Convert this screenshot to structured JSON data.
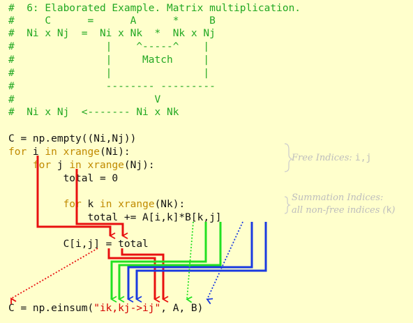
{
  "comment_lines": [
    "#  6: Elaborated Example. Matrix multiplication.",
    "#     C      =      A      *     B",
    "#  Ni x Nj  =  Ni x Nk  *  Nk x Nj",
    "#               |    ^-----^    |",
    "#               |     Match     |",
    "#               |               |",
    "#               -------- ---------",
    "#                       V",
    "#  Ni x Nj  <------- Ni x Nk"
  ],
  "code": {
    "line1": "C = np.empty((Ni,Nj))",
    "line2_kw1": "for",
    "line2_a": " i ",
    "line2_kw2": "in",
    "line2_sp": " ",
    "line2_kw3": "xrange",
    "line2_b": "(Ni):",
    "line3_indent": "    ",
    "line3_kw1": "for",
    "line3_a": " j ",
    "line3_kw2": "in",
    "line3_sp": " ",
    "line3_kw3": "xrange",
    "line3_b": "(Nj):",
    "line4": "         total = 0",
    "line5_indent": "         ",
    "line5_kw1": "for",
    "line5_a": " k ",
    "line5_kw2": "in",
    "line5_sp": " ",
    "line5_kw3": "xrange",
    "line5_b": "(Nk):",
    "line6": "             total += A[i,k]*B[k,j]",
    "line7": "         C[i,j] = total",
    "einsum_prefix": "C = np.einsum(",
    "einsum_string": "\"ik,kj->ij\"",
    "einsum_suffix": ", A, B)"
  },
  "notes": {
    "free_label": "Free Indices: ",
    "free_vars": "i,j",
    "sum_line1": "Summation Indices:",
    "sum_line2": "all non-free indices (",
    "sum_var": "k",
    "sum_close": ")"
  },
  "colors": {
    "background": "#ffffcc",
    "comment": "#22a822",
    "keyword": "#c08a00",
    "string": "#d40000",
    "red_arrow": "#e81010",
    "green_arrow": "#22e022",
    "blue_arrow": "#1a3ae0",
    "note": "#bdbdbd"
  }
}
